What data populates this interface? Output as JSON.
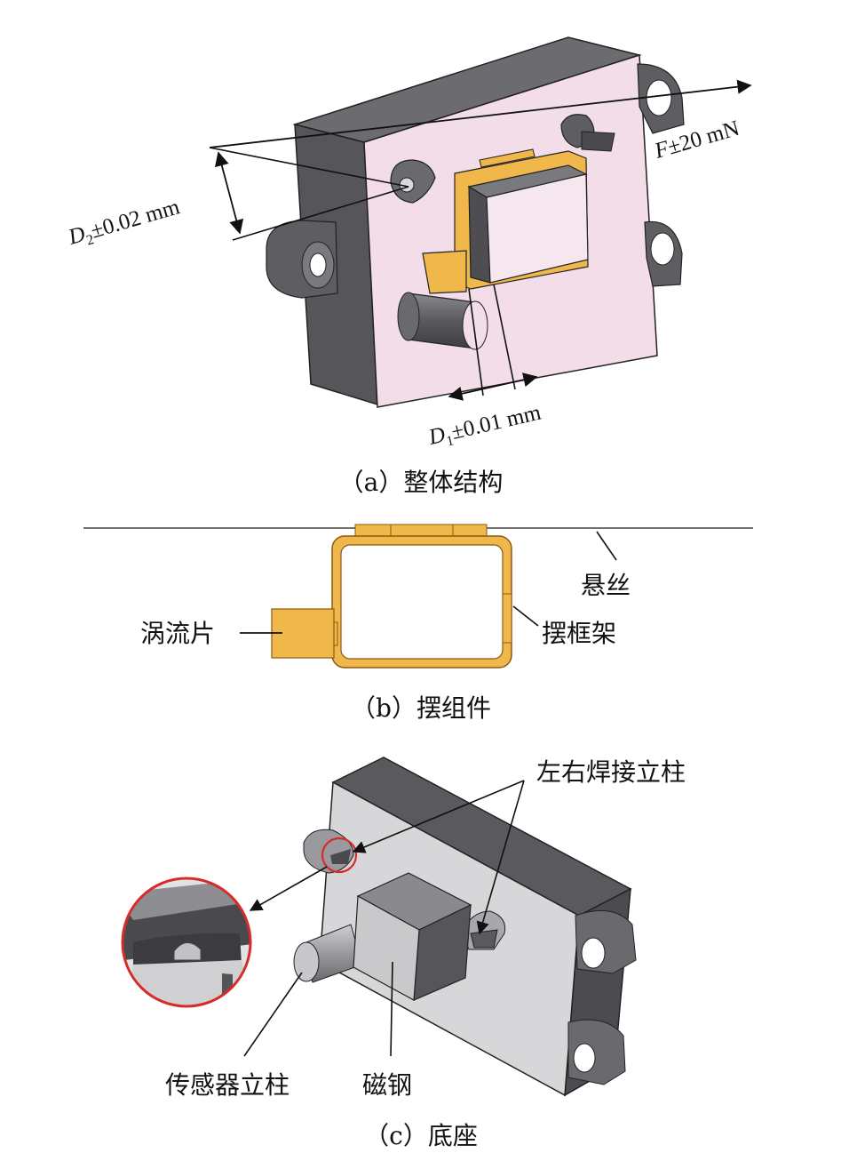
{
  "panels": [
    {
      "caption": "（a）整体结构",
      "dimensions": {
        "d2": {
          "symbol": "D",
          "sub": "2",
          "text": "±0.02 mm"
        },
        "force": {
          "symbol": "F",
          "text": "±20 mN"
        },
        "d1": {
          "symbol": "D",
          "sub": "1",
          "text": "±0.01 mm"
        }
      }
    },
    {
      "caption": "（b）摆组件",
      "labels": {
        "wire": "悬丝",
        "eddy_plate": "涡流片",
        "frame": "摆框架"
      }
    },
    {
      "caption": "（c）底座",
      "labels": {
        "weld_posts": "左右焊接立柱",
        "sensor_post": "传感器立柱",
        "magnet": "磁钢"
      }
    }
  ],
  "colors": {
    "face_pink": "#f3dde8",
    "face_gray": "#d7d7d9",
    "body_dark": "#5a5a5e",
    "gold": "#f0b84a",
    "highlight_red": "#d62b2b"
  }
}
